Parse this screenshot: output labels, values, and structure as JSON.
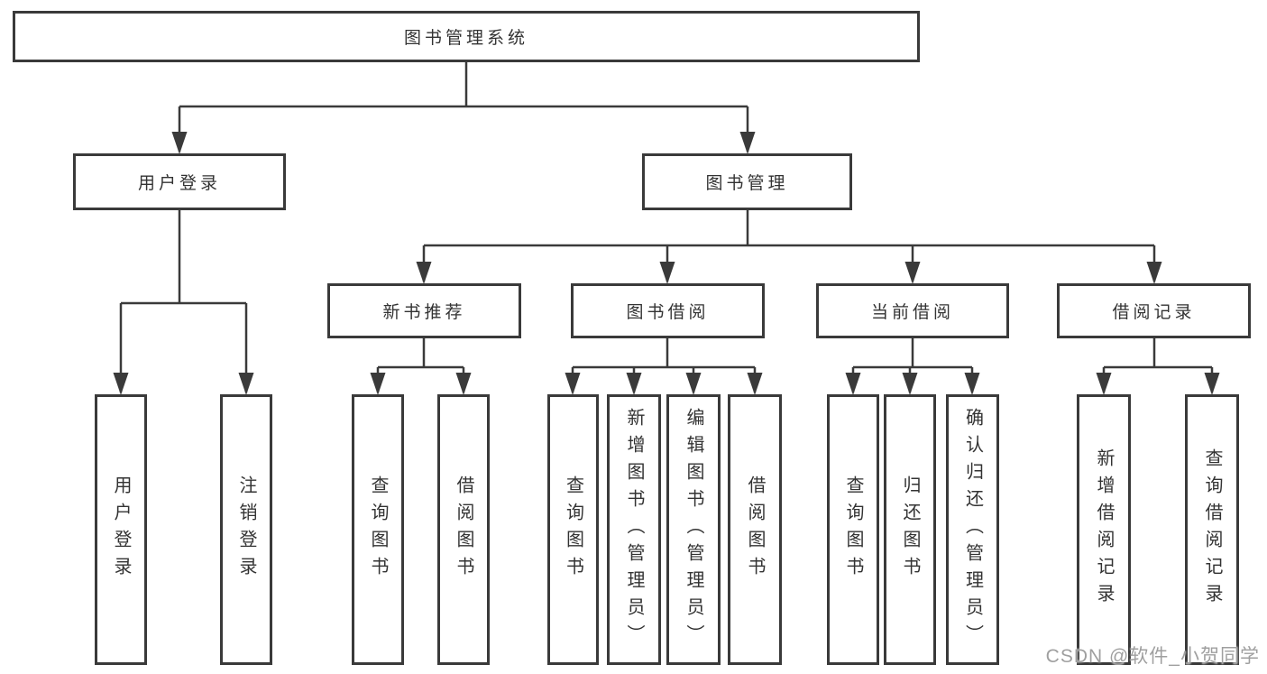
{
  "diagram": {
    "type": "hierarchy-tree",
    "root": {
      "label": "图书管理系统",
      "children": [
        {
          "label": "用户登录",
          "children": [
            {
              "label": "用户登录"
            },
            {
              "label": "注销登录"
            }
          ]
        },
        {
          "label": "图书管理",
          "children": [
            {
              "label": "新书推荐",
              "children": [
                {
                  "label": "查询图书"
                },
                {
                  "label": "借阅图书"
                }
              ]
            },
            {
              "label": "图书借阅",
              "children": [
                {
                  "label": "查询图书"
                },
                {
                  "label": "新增图书（管理员）"
                },
                {
                  "label": "编辑图书（管理员）"
                },
                {
                  "label": "借阅图书"
                }
              ]
            },
            {
              "label": "当前借阅",
              "children": [
                {
                  "label": "查询图书"
                },
                {
                  "label": "归还图书"
                },
                {
                  "label": "确认归还（管理员）"
                }
              ]
            },
            {
              "label": "借阅记录",
              "children": [
                {
                  "label": "新增借阅记录"
                },
                {
                  "label": "查询借阅记录"
                }
              ]
            }
          ]
        }
      ]
    },
    "colors": {
      "line": "#3a3a3a",
      "border": "#3a3a3a",
      "text": "#333333",
      "background": "#ffffff",
      "watermark": "#9f9f9f"
    }
  },
  "watermark": {
    "text": "CSDN @软件_小贺同学"
  }
}
